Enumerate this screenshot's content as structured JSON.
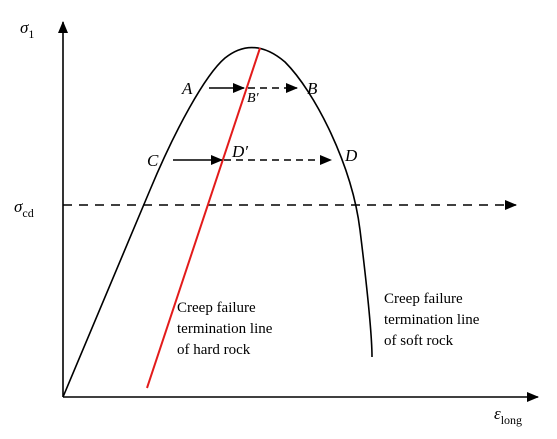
{
  "axes": {
    "y_label": "σ",
    "y_label_sub": "1",
    "x_label": "ε",
    "x_label_sub": "long",
    "threshold_label": "σ",
    "threshold_label_sub": "cd"
  },
  "points": {
    "A": "A",
    "B": "B",
    "B_prime": "B′",
    "C": "C",
    "D": "D",
    "D_prime": "D′"
  },
  "annotations": {
    "hard_rock": [
      "Creep failure",
      "termination line",
      "of hard rock"
    ],
    "soft_rock": [
      "Creep failure",
      "termination line",
      "of soft rock"
    ]
  },
  "colors": {
    "axis": "#000000",
    "curve": "#000000",
    "hard_rock_line": "#e31b1b"
  }
}
